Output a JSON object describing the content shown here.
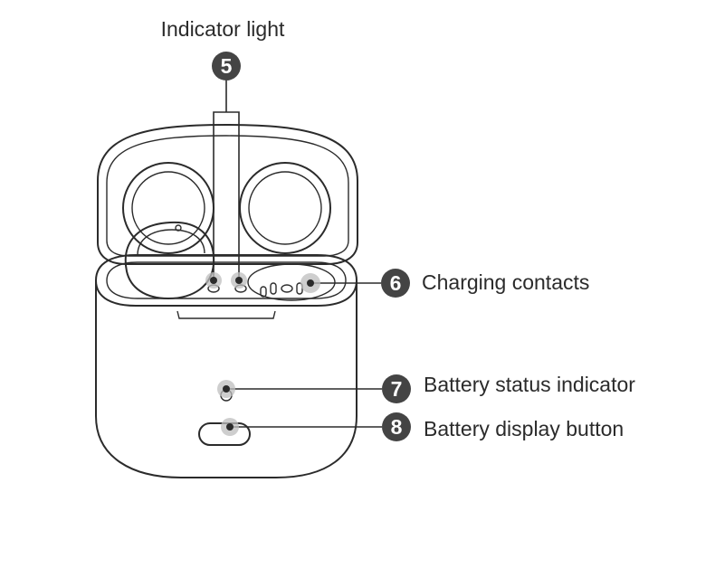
{
  "callouts": [
    {
      "number": "5",
      "label": "Indicator light"
    },
    {
      "number": "6",
      "label": "Charging contacts"
    },
    {
      "number": "7",
      "label": "Battery status indicator"
    },
    {
      "number": "8",
      "label": "Battery display button"
    }
  ],
  "colors": {
    "line": "#2b2b2b",
    "badge": "#444444",
    "highlight": "#bdbdbd"
  }
}
